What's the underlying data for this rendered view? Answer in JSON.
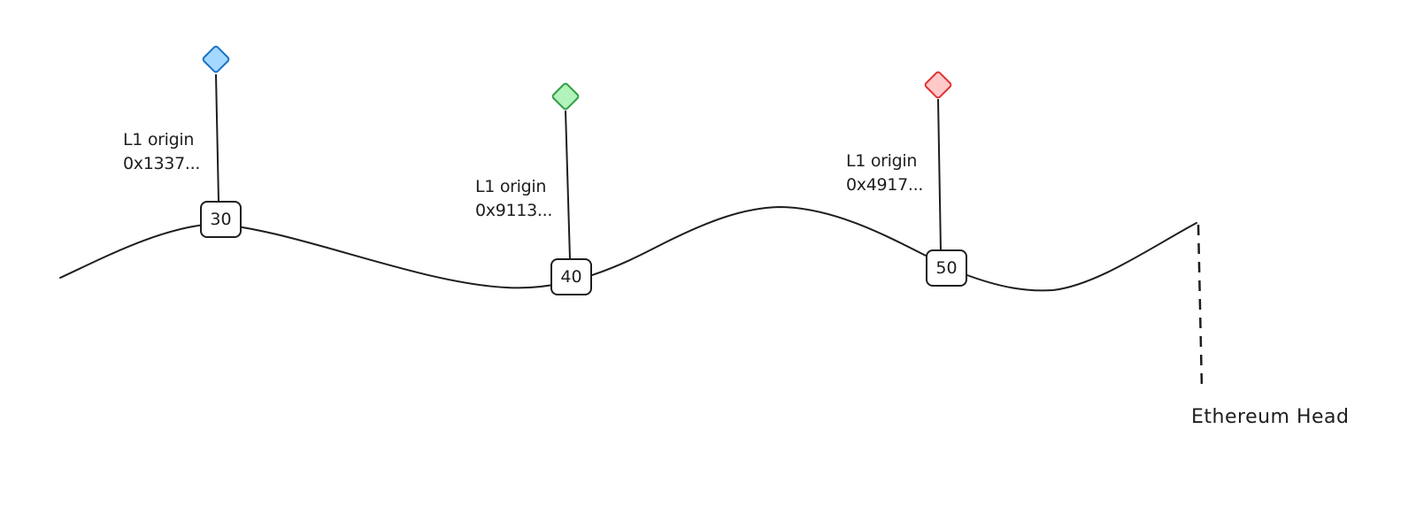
{
  "blocks": [
    {
      "number": "30",
      "origin_label": "L1 origin",
      "origin_hash": "0x1337...",
      "marker_fill": "#a5d8ff",
      "marker_stroke": "#1971c2"
    },
    {
      "number": "40",
      "origin_label": "L1 origin",
      "origin_hash": "0x9113...",
      "marker_fill": "#b2f2bb",
      "marker_stroke": "#2f9e44"
    },
    {
      "number": "50",
      "origin_label": "L1 origin",
      "origin_hash": "0x4917...",
      "marker_fill": "#ffc9c9",
      "marker_stroke": "#e03131"
    }
  ],
  "head_label": "Ethereum Head",
  "colors": {
    "stroke": "#1e1e1e",
    "background": "#ffffff"
  }
}
